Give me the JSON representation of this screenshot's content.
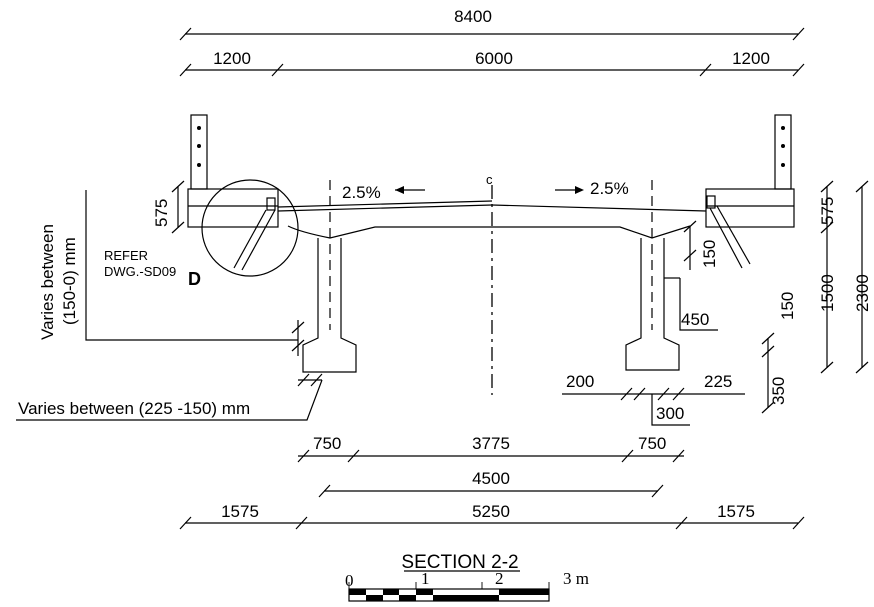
{
  "drawing": {
    "title": "SECTION 2-2",
    "dims": {
      "overall": "8400",
      "left_walkway": "1200",
      "carriageway": "6000",
      "right_walkway": "1200",
      "walkway_height": "575",
      "varies_1": "Varies between",
      "varies_1b": "(150-0) mm",
      "varies_2": "Varies between (225 -150) mm",
      "right_575": "575",
      "right_150": "150",
      "right_1500": "1500",
      "right_2300": "2300",
      "right_150b": "150",
      "right_350": "350",
      "d_450": "450",
      "d_200": "200",
      "d_225": "225",
      "d_300": "300",
      "b_750_left": "750",
      "b_3775": "3775",
      "b_750_right": "750",
      "b_4500": "4500",
      "b_1575_left": "1575",
      "b_5250": "5250",
      "b_1575_right": "1575"
    },
    "slope_left": "2.5%",
    "slope_right": "2.5%",
    "centerline_mark": "c",
    "refer_line1": "REFER",
    "refer_line2": "DWG.-SD09",
    "detail_letter": "D",
    "scale": {
      "labels": [
        "0",
        "1",
        "2",
        "3 m"
      ]
    }
  }
}
